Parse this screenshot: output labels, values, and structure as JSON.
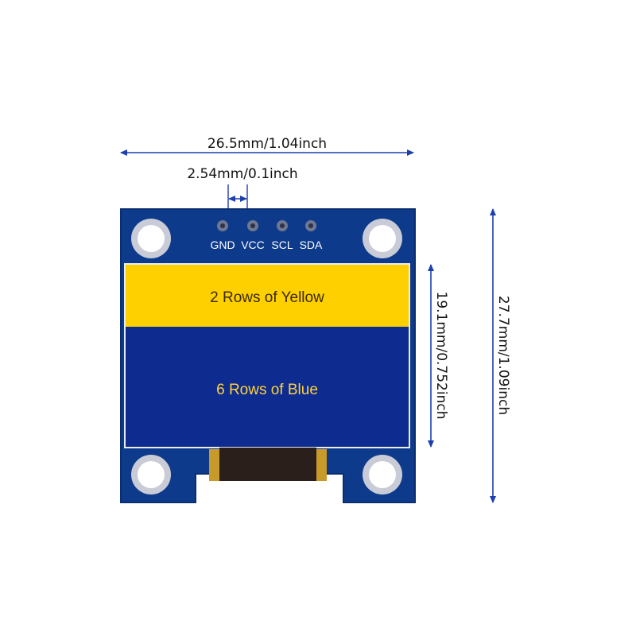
{
  "dimensions": {
    "width": "26.5mm/1.04inch",
    "pin_pitch": "2.54mm/0.1inch",
    "display_height": "19.1mm/0.752inch",
    "board_height": "27.7mm/1.09inch"
  },
  "pins": [
    "GND",
    "VCC",
    "SCL",
    "SDA"
  ],
  "display": {
    "yellow_label": "2 Rows of Yellow",
    "blue_label": "6 Rows of Blue"
  },
  "colors": {
    "pcb": "#0d3a8a",
    "pcb_edge": "#0a2f70",
    "yellow": "#ffd000",
    "blue_screen": "#0e2b8f",
    "blue_text": "#ffd23a",
    "yellow_text": "#3a2a00",
    "dimension_line": "#1c3fae",
    "ribbon": "#2b1f1b",
    "ribbon_trim": "#c89a2a"
  }
}
